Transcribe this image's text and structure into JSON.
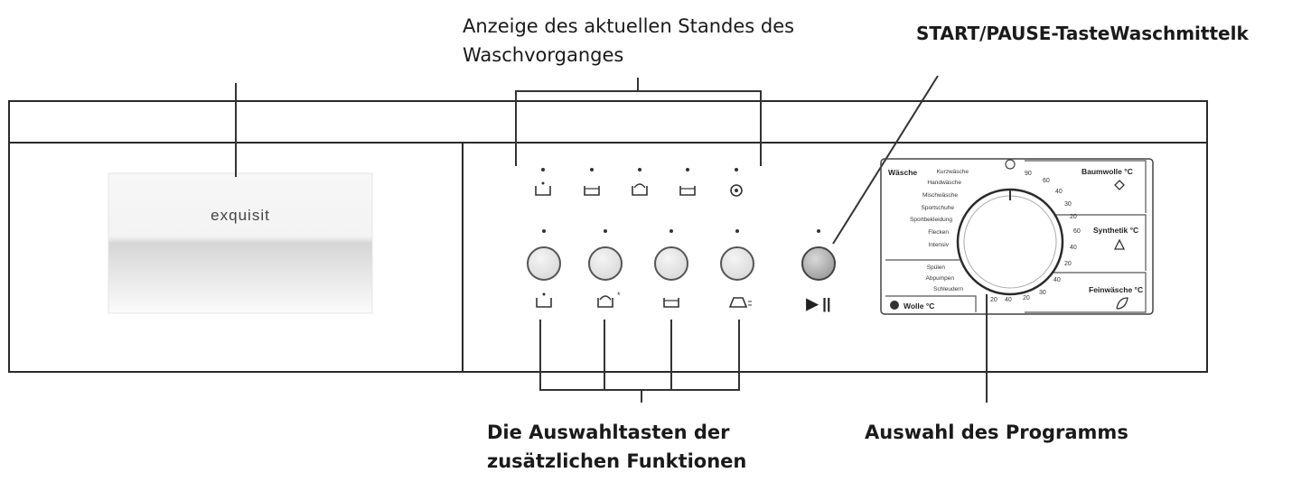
{
  "labels": {
    "status": [
      "Anzeige des aktuellen Standes des",
      "Waschvorganges"
    ],
    "start_pause": "START/PAUSE-Taste",
    "detergent": "Waschmittelk",
    "extra_buttons": [
      "Die Auswahltasten der",
      "zusätzlichen Funktionen"
    ],
    "program": "Auswahl des Programms"
  },
  "drawer": {
    "brand": "exquisit"
  },
  "start_button": {
    "symbol": "▶ ||"
  },
  "dial": {
    "groups": {
      "waesche": "Wäsche",
      "baumwolle": "Baumwolle °C",
      "synthetik": "Synthetik °C",
      "feinwaesche": "Feinwäsche °C",
      "wolle": "Wolle °C"
    },
    "programs_left": [
      "Kurzwäsche",
      "Handwäsche",
      "Mischwäsche",
      "Sportschuhe",
      "Sportbekleidung",
      "Flecken",
      "Intensiv",
      "Spülen",
      "Abpumpen",
      "Schleudern"
    ],
    "temps_baumwolle": [
      "90",
      "60",
      "40",
      "30",
      "20"
    ],
    "temps_synthetik": [
      "60",
      "40",
      "20"
    ],
    "temps_feinwaesche": [
      "40",
      "30",
      "20"
    ],
    "temps_wolle": [
      "20",
      "40"
    ]
  },
  "colors": {
    "panel_border": "#2a2a2a",
    "line": "#333333",
    "button_fill": "#e6e6e6"
  }
}
